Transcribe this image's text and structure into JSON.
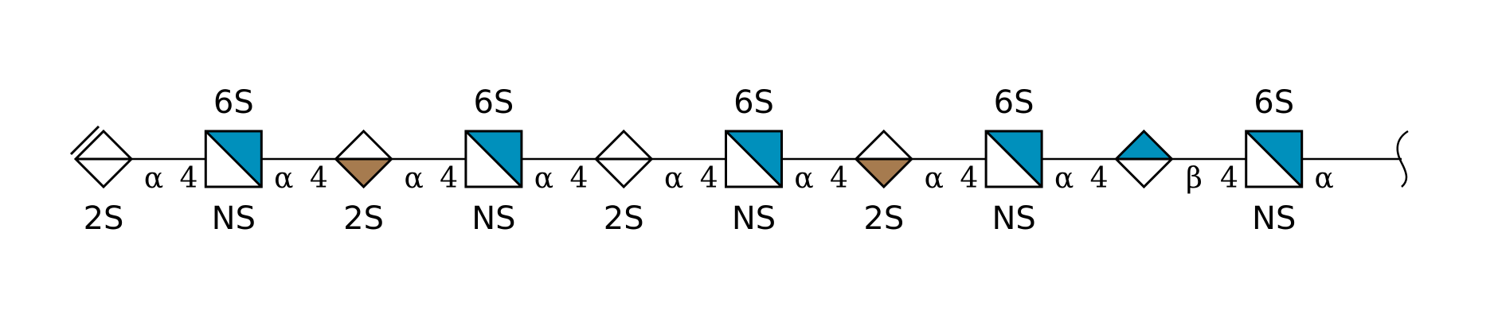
{
  "colors": {
    "glcnac_blue": "#0090BC",
    "idoa_brown": "#A67B4F",
    "glca_blue": "#0090BC",
    "outline": "#000000",
    "background": "#FFFFFF"
  },
  "chain": [
    {
      "shape": "diamond-hexuronic",
      "icon": "unsaturated-uronic-diamond-icon",
      "double_bond": true,
      "fill_half": "none",
      "top_label": "",
      "bottom_label": "2S",
      "link_anomer": "α",
      "link_position": "4"
    },
    {
      "shape": "square-hexnac",
      "icon": "glcnac-square-icon",
      "fill_half": "top-right",
      "top_label": "6S",
      "bottom_label": "NS",
      "link_anomer": "α",
      "link_position": "4"
    },
    {
      "shape": "diamond-hexuronic",
      "icon": "idoa-diamond-icon",
      "fill_half": "bottom",
      "top_label": "",
      "bottom_label": "2S",
      "link_anomer": "α",
      "link_position": "4"
    },
    {
      "shape": "square-hexnac",
      "icon": "glcnac-square-icon",
      "fill_half": "top-right",
      "top_label": "6S",
      "bottom_label": "NS",
      "link_anomer": "α",
      "link_position": "4"
    },
    {
      "shape": "diamond-hexuronic",
      "icon": "hexuronic-diamond-icon",
      "fill_half": "none",
      "top_label": "",
      "bottom_label": "2S",
      "link_anomer": "α",
      "link_position": "4"
    },
    {
      "shape": "square-hexnac",
      "icon": "glcnac-square-icon",
      "fill_half": "top-right",
      "top_label": "6S",
      "bottom_label": "NS",
      "link_anomer": "α",
      "link_position": "4"
    },
    {
      "shape": "diamond-hexuronic",
      "icon": "idoa-diamond-icon",
      "fill_half": "bottom",
      "top_label": "",
      "bottom_label": "2S",
      "link_anomer": "α",
      "link_position": "4"
    },
    {
      "shape": "square-hexnac",
      "icon": "glcnac-square-icon",
      "fill_half": "top-right",
      "top_label": "6S",
      "bottom_label": "NS",
      "link_anomer": "α",
      "link_position": "4"
    },
    {
      "shape": "diamond-hexuronic",
      "icon": "glca-diamond-icon",
      "fill_half": "top",
      "top_label": "",
      "bottom_label": "",
      "link_anomer": "β",
      "link_position": "4"
    },
    {
      "shape": "square-hexnac",
      "icon": "glcnac-square-icon",
      "fill_half": "top-right",
      "top_label": "6S",
      "bottom_label": "NS",
      "link_anomer": "α",
      "link_position": ""
    }
  ],
  "reducing_end": {
    "icon": "reducing-end-squiggle-icon"
  }
}
